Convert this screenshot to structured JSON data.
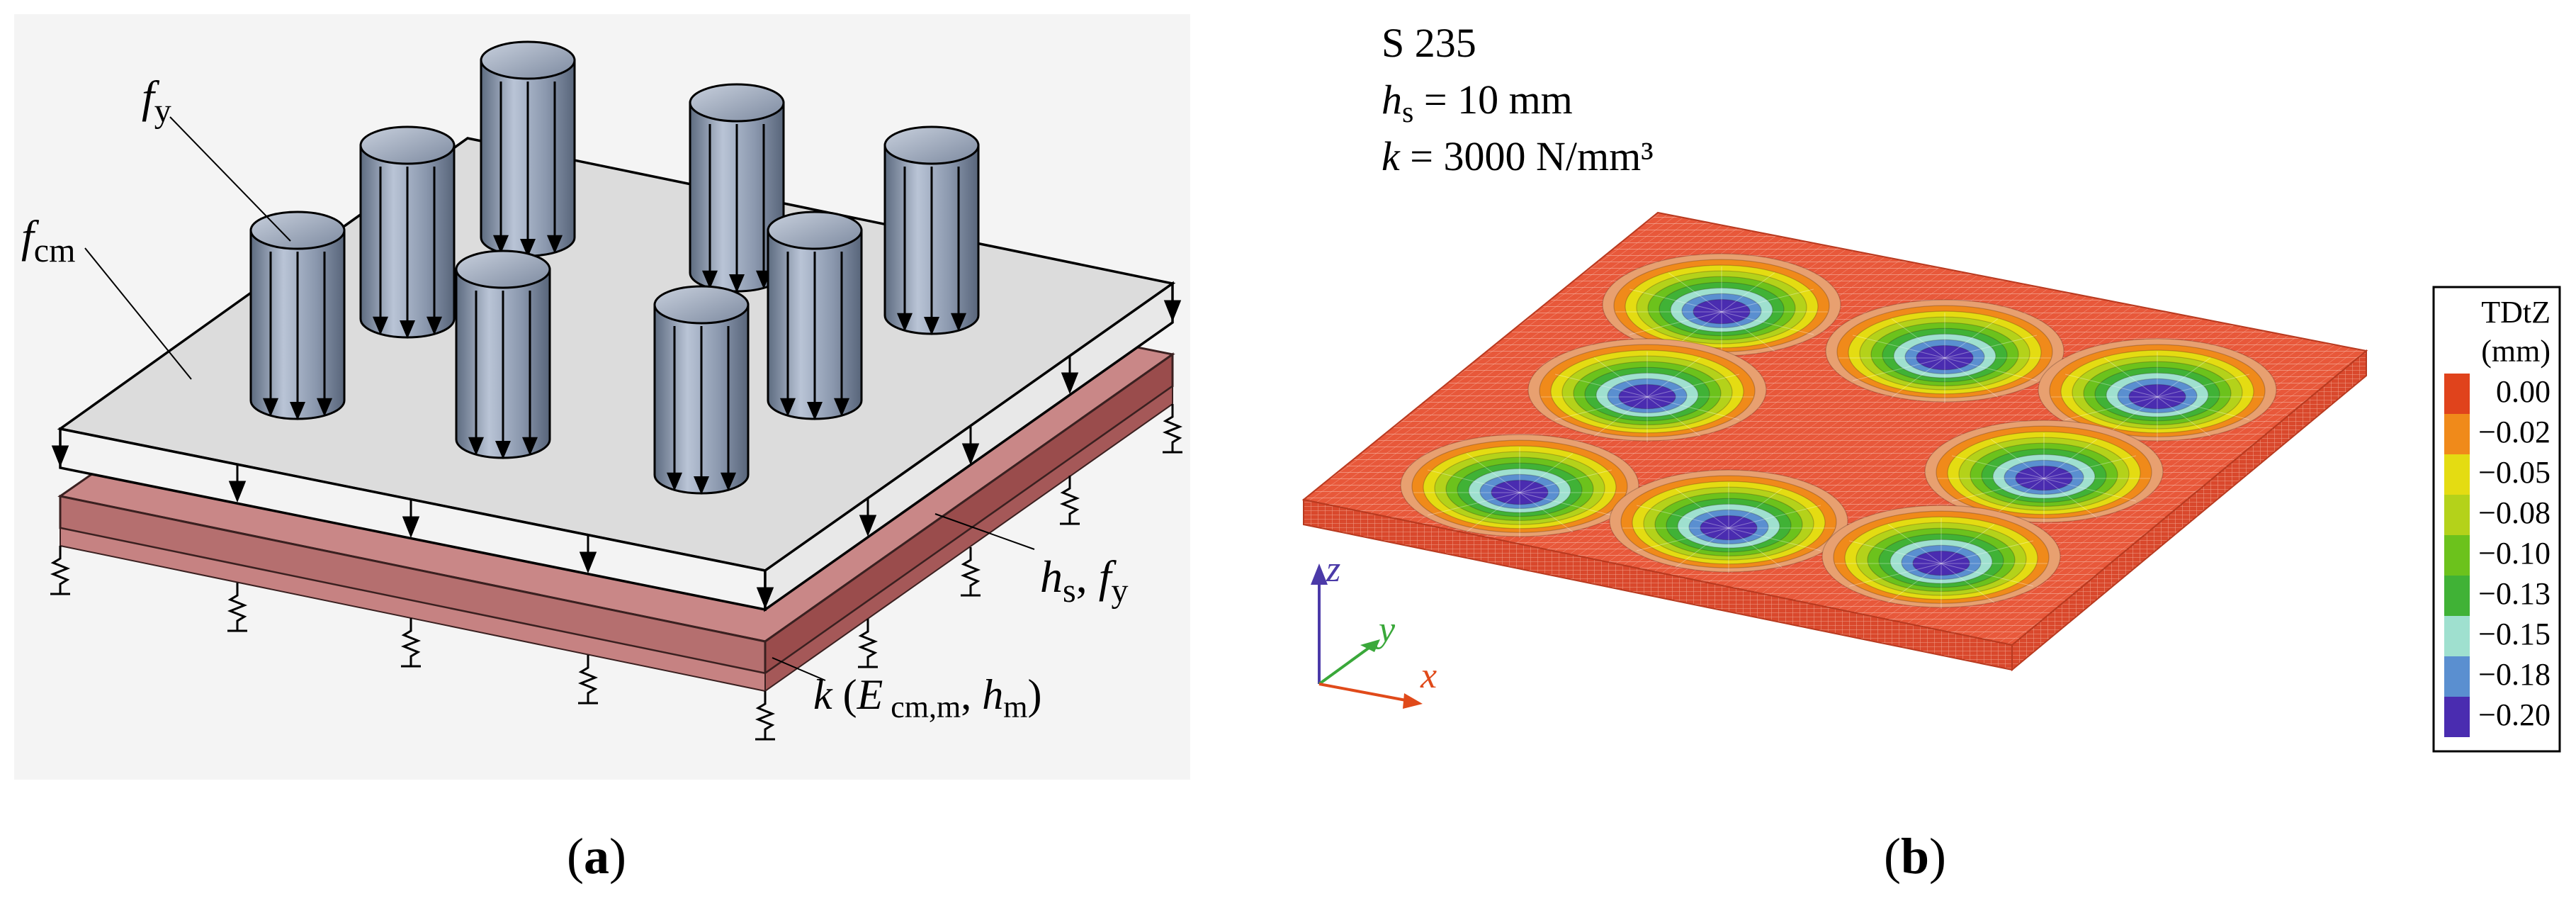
{
  "panel_a": {
    "caption": "a",
    "labels": {
      "fy_symbol": "f",
      "fy_sub": "y",
      "fcm_symbol": "f",
      "fcm_sub": "cm",
      "hs_symbol": "h",
      "hs_sub": "s",
      "hs_sep": ", ",
      "hs_fy_symbol": "f",
      "hs_fy_sub": "y",
      "k_symbol": "k",
      "k_open": " (",
      "k_E": "E",
      "k_E_sub": " cm,m",
      "k_comma": ", ",
      "k_h": "h",
      "k_h_sub": "m",
      "k_close": ")"
    }
  },
  "panel_b": {
    "caption": "b",
    "params": {
      "material": "S 235",
      "hs_symbol": "h",
      "hs_sub": "s",
      "hs_value": " = 10 mm",
      "k_symbol": "k",
      "k_value": " = 3000 N/mm³"
    },
    "axes": {
      "x": "x",
      "y": "y",
      "z": "z"
    },
    "legend": {
      "title": "TDtZ",
      "unit": "(mm)",
      "entries": [
        {
          "label": "0.00",
          "color": "#e0431c"
        },
        {
          "label": "−0.02",
          "color": "#f08a1a"
        },
        {
          "label": "−0.05",
          "color": "#e4dc12"
        },
        {
          "label": "−0.08",
          "color": "#b4d21a"
        },
        {
          "label": "−0.10",
          "color": "#6cc21c"
        },
        {
          "label": "−0.13",
          "color": "#40b236"
        },
        {
          "label": "−0.15",
          "color": "#9fe0cf"
        },
        {
          "label": "−0.18",
          "color": "#5a8fd0"
        },
        {
          "label": "−0.20",
          "color": "#4a2cb0"
        }
      ]
    }
  },
  "colors": {
    "plate_top": "#dcdcdc",
    "plate_edge": "#f2f2f2",
    "mortar": "#b86a6a",
    "mortar_dark": "#8e4545",
    "column": "#8e9bb0",
    "mesh_red": "#e55a3a"
  }
}
